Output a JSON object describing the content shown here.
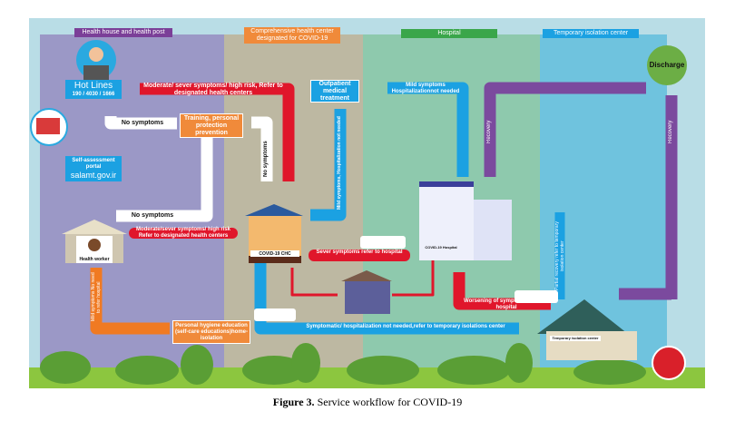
{
  "columns": {
    "health_house": "Health house and health post",
    "chc": "Comprehensive health center designated for COVID-19",
    "hospital": "Hospital",
    "isolation": "Temporary isolation center"
  },
  "nodes": {
    "hotlines_title": "Hot Lines",
    "hotlines_numbers": "190 / 4030 / 1666",
    "self_assessment_title": "Self-assessment portal",
    "self_assessment_url": "salamt.gov.ir",
    "training": "Training, personal protection prevention",
    "outpatient": "Outpatient medical treatment",
    "discharge": "Discharge",
    "health_worker": "Health worker",
    "chc_sign": "COVID-19 CHC",
    "hospital_sign": "COVID-19 Hospital",
    "isolation_sign": "Temporary isolation center",
    "personal_hygiene": "Personal hygiene education (self-care educations)home-isolation"
  },
  "arrows": {
    "moderate_top": "Moderate/ sever symptoms/ high risk, Refer to designated health centers",
    "no_symptoms_1": "No symptoms",
    "no_symptoms_2": "No symptoms",
    "no_symptoms_3": "No symptoms",
    "moderate_worker": "Moderate/sever symptoms/ high risk Refer to designated health centers",
    "mild_outpatient": "Mild symptoms, Hospitalization not needed",
    "mild_hospital": "Mild symptoms Hospitalizationnot needed",
    "recovery_1": "Recovery",
    "recovery_2": "Recovery",
    "sever_refer": "Sever symptoms refer to hospital",
    "worsening": "Worsening of symptoms /refer to hospital",
    "partial_recovery": "Partial recovery refer to temporary isolation center",
    "mild_no_refer": "Mild symptoms No need to refer hospital",
    "symptomatic": "Symptomatic/ hospitalization not needed,refer to temporary isolations center"
  },
  "caption": {
    "label": "Figure 3.",
    "text": " Service workflow for COVID-19"
  },
  "colors": {
    "red": "#e0162b",
    "blue": "#1ba1e2",
    "purple": "#7b4a9e",
    "orange": "#f07a22",
    "green": "#6cae45"
  }
}
